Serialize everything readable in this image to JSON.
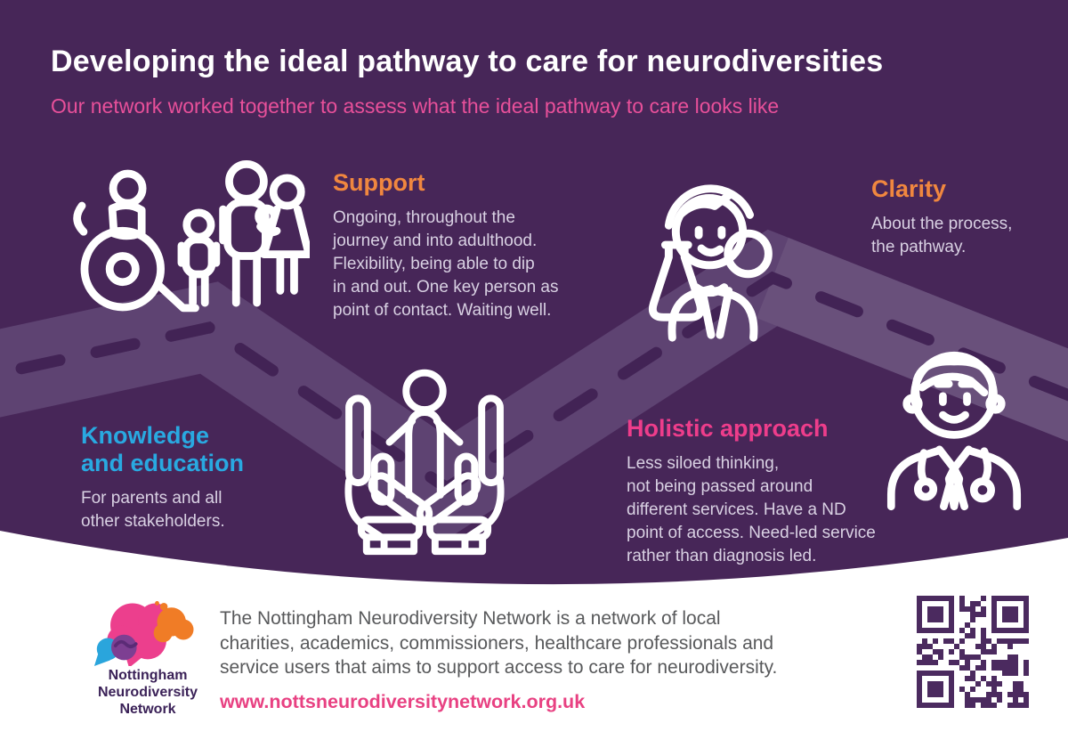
{
  "header": {
    "title": "Developing the ideal pathway to care for neurodiversities",
    "subtitle": "Our network worked together to assess what the ideal pathway to care looks like"
  },
  "sections": {
    "support": {
      "heading": "Support",
      "body": [
        "Ongoing, throughout the",
        "journey and into adulthood.",
        "Flexibility, being able to dip",
        "in and out. One key person as",
        "point of contact. Waiting well."
      ]
    },
    "clarity": {
      "heading": "Clarity",
      "body": [
        "About the process,",
        "the pathway."
      ]
    },
    "knowledge": {
      "heading": [
        "Knowledge",
        "and education"
      ],
      "body": [
        "For parents and all",
        "other stakeholders."
      ]
    },
    "holistic": {
      "heading": "Holistic approach",
      "body": [
        "Less siloed thinking,",
        "not being passed around",
        "different services. Have a ND",
        "point of access. Need-led service",
        "rather than diagnosis led."
      ]
    }
  },
  "icons": {
    "family": "family-inclusion-icon",
    "scientist": "scientist-icon",
    "hands": "caring-hands-icon",
    "doctor": "doctor-icon",
    "logo": "brain-speech-bubbles-logo",
    "qr": "qr-code"
  },
  "footer": {
    "logo_text": [
      "Nottingham",
      "Neurodiversity",
      "Network"
    ],
    "description": [
      "The Nottingham Neurodiversity Network is a network of local",
      "charities, academics, commissioners, healthcare professionals and",
      "service users that aims to support access to care for neurodiversity."
    ],
    "website": "www.nottsneurodiversitynetwork.org.uk"
  },
  "colors": {
    "background": "#472658",
    "road": "#5e4372",
    "dash": "#422355",
    "title": "#ffffff",
    "subtitle_pink": "#e8509a",
    "orange": "#f0873f",
    "blue": "#29a9e1",
    "pink": "#ee3d8b",
    "body_on_purple": "#d9d1e3",
    "footer_text": "#58595b",
    "url_pink": "#e84182",
    "logo_text": "#3b2258",
    "qr": "#4b2a5f"
  }
}
